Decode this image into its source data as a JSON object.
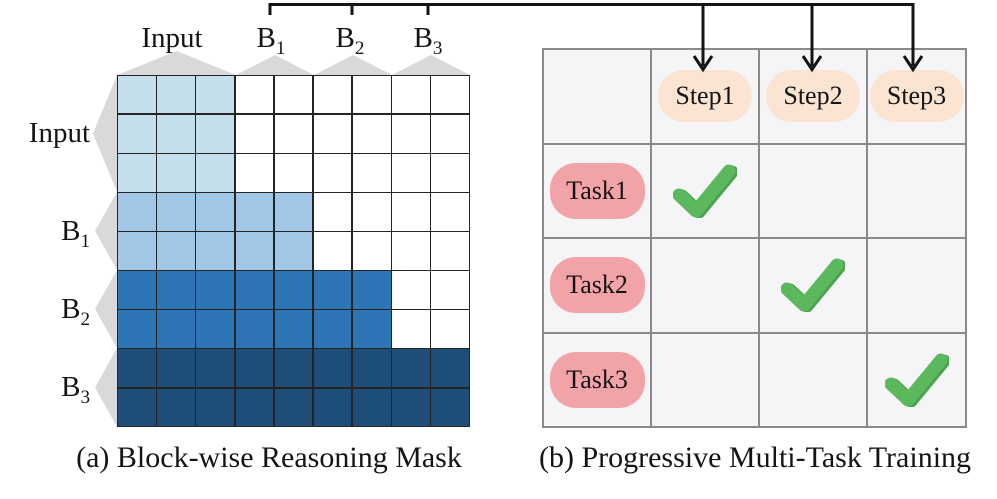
{
  "figure": {
    "panel_a": {
      "caption": "(a) Block-wise Reasoning Mask",
      "grid": {
        "cols": 9,
        "rows": 9,
        "empty_fill": "#ffffff",
        "line_color": "#242424"
      },
      "col_groups": [
        {
          "base": "Input",
          "sub": "",
          "span": 3
        },
        {
          "base": "B",
          "sub": "1",
          "span": 2
        },
        {
          "base": "B",
          "sub": "2",
          "span": 2
        },
        {
          "base": "B",
          "sub": "3",
          "span": 2
        }
      ],
      "row_groups": [
        {
          "base": "Input",
          "sub": "",
          "span": 3,
          "filled_cols": 3,
          "fill": "#c4dfeb"
        },
        {
          "base": "B",
          "sub": "1",
          "span": 2,
          "filled_cols": 5,
          "fill": "#a2c6e6"
        },
        {
          "base": "B",
          "sub": "2",
          "span": 2,
          "filled_cols": 7,
          "fill": "#2e75b6"
        },
        {
          "base": "B",
          "sub": "3",
          "span": 2,
          "filled_cols": 9,
          "fill": "#1f4e79"
        }
      ]
    },
    "panel_b": {
      "caption": "(b) Progressive Multi-Task Training",
      "step_labels": [
        "Step1",
        "Step2",
        "Step3"
      ],
      "task_rows": [
        {
          "label": "Task1",
          "checked_step": 1
        },
        {
          "label": "Task2",
          "checked_step": 2
        },
        {
          "label": "Task3",
          "checked_step": 3
        }
      ],
      "colors": {
        "step_pill": "#fbe4d1",
        "task_pill": "#f2a3a8",
        "check_green": "#5cb85c",
        "check_green_dark": "#4aa351",
        "cell_bg": "#f5f4f6",
        "table_border": "#8a8a8a"
      }
    },
    "decoration": {
      "brace_color": "#d9d9d9",
      "connector_color": "#141414"
    }
  }
}
